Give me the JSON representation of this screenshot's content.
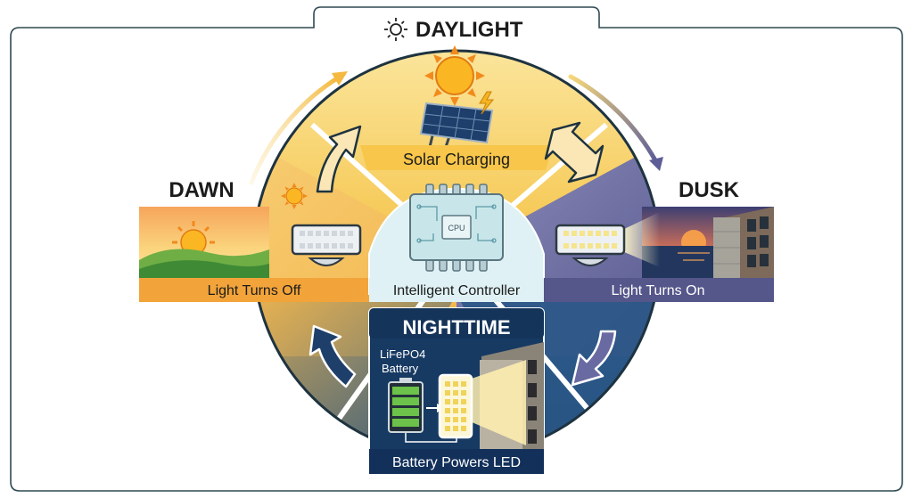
{
  "phases": {
    "daylight": "DAYLIGHT",
    "dawn": "DAWN",
    "dusk": "DUSK",
    "nighttime": "NIGHTTIME"
  },
  "captions": {
    "solar_charging": "Solar Charging",
    "light_turns_off": "Light Turns Off",
    "intelligent_controller": "Intelligent Controller",
    "light_turns_on": "Light Turns On",
    "battery_powers_led": "Battery Powers LED"
  },
  "labels": {
    "cpu": "CPU",
    "battery_line1": "LiFePO4",
    "battery_line2": "Battery"
  },
  "icons": [
    "sun-icon",
    "solar-panel-icon",
    "lightning-icon",
    "cpu-chip-icon",
    "led-lamp-icon",
    "motion-sensor-icon",
    "battery-icon",
    "building-icon",
    "cycle-arrow-icon"
  ],
  "colors": {
    "daylight": "#f6c94e",
    "dawn": "#f3a93a",
    "dusk": "#6f6ea3",
    "night": "#1f4f7f",
    "frame": "#2f4a52",
    "controller": "#dff1f4"
  }
}
